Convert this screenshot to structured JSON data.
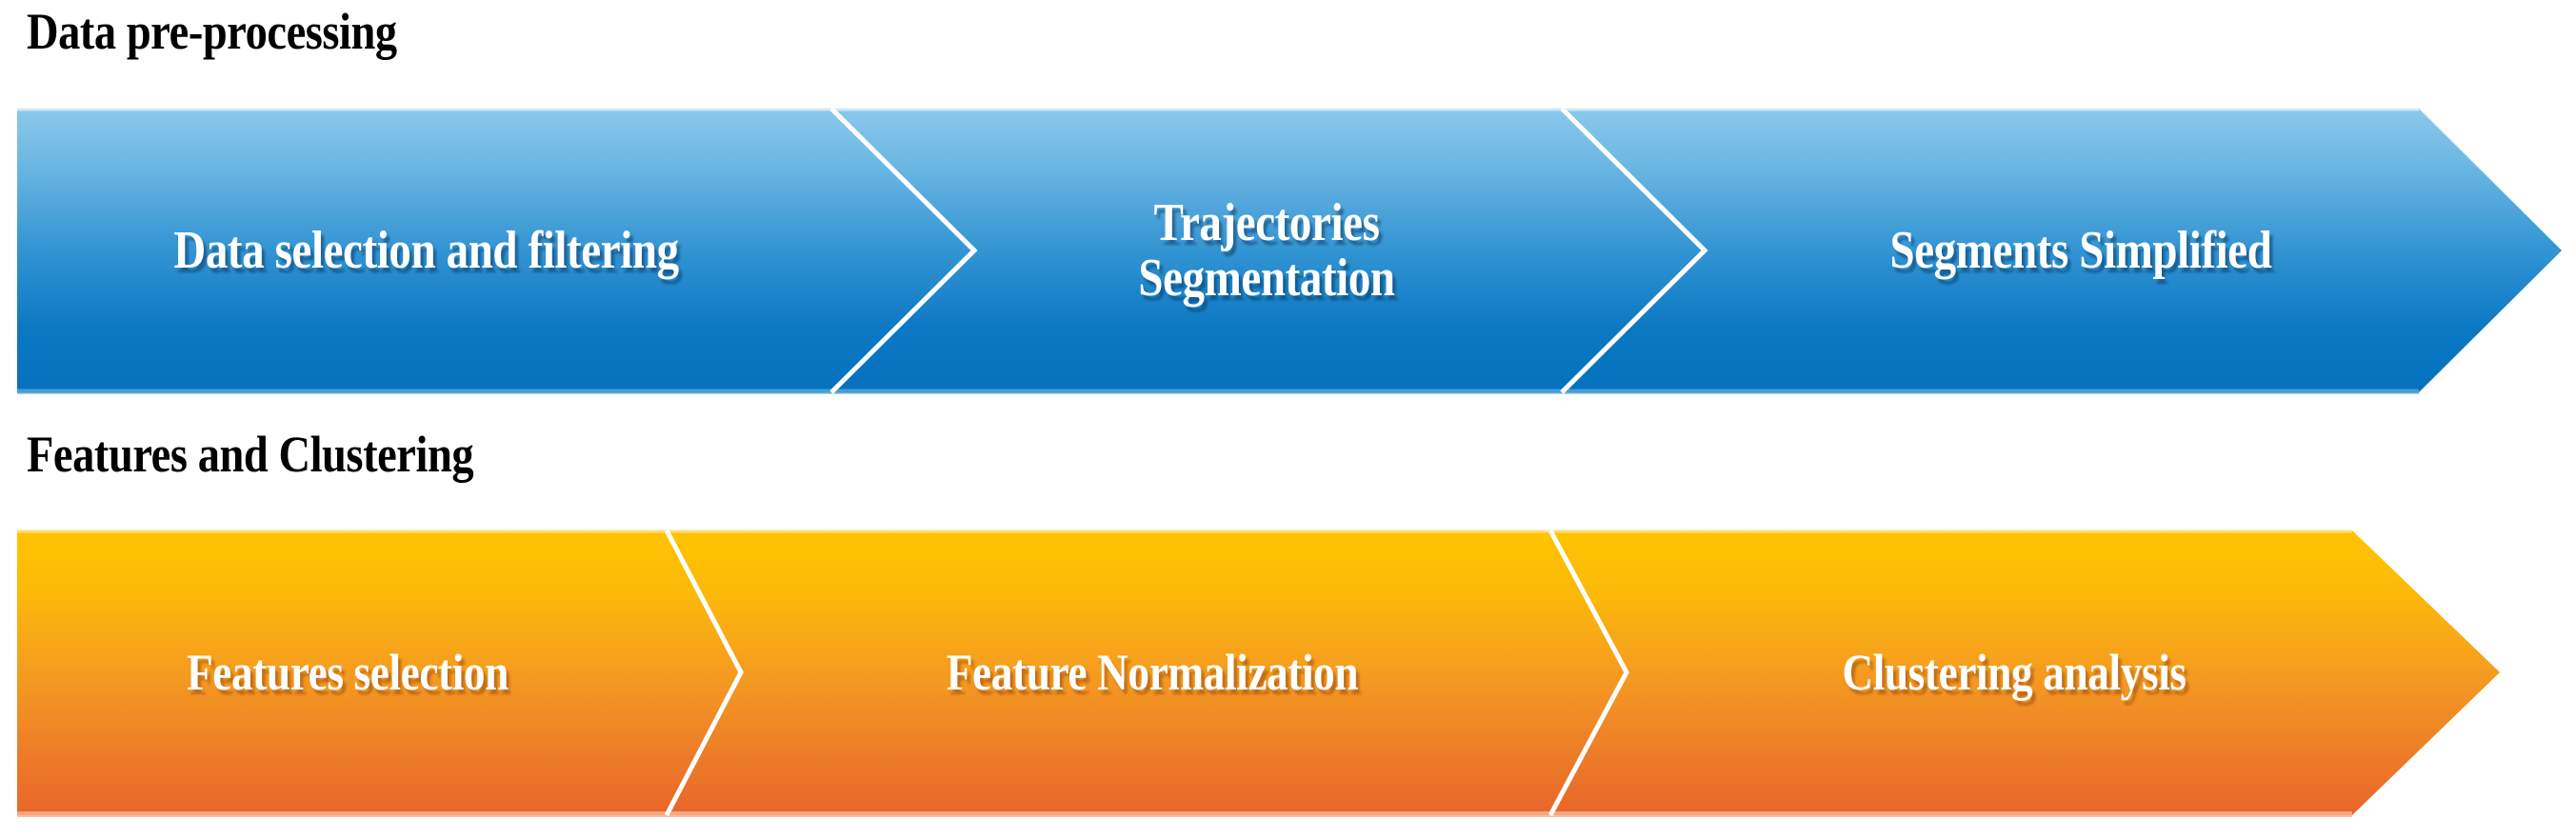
{
  "figure": {
    "type": "process-flow-chevron-diagram",
    "bands": [
      {
        "heading": "Data pre-processing",
        "color_top": "#7BC0E8",
        "color_bottom": "#0571BE",
        "separator_color": "#FFFFFF",
        "steps": [
          {
            "label": "Data selection and filtering"
          },
          {
            "label": "Trajectories\nSegmentation"
          },
          {
            "label": "Segments Simplified"
          }
        ]
      },
      {
        "heading": "Features and Clustering",
        "color_top": "#FFC400",
        "color_bottom": "#E8662A",
        "separator_color": "#FFFFFF",
        "steps": [
          {
            "label": "Features selection"
          },
          {
            "label": "Feature Normalization"
          },
          {
            "label": "Clustering analysis"
          }
        ]
      }
    ]
  }
}
